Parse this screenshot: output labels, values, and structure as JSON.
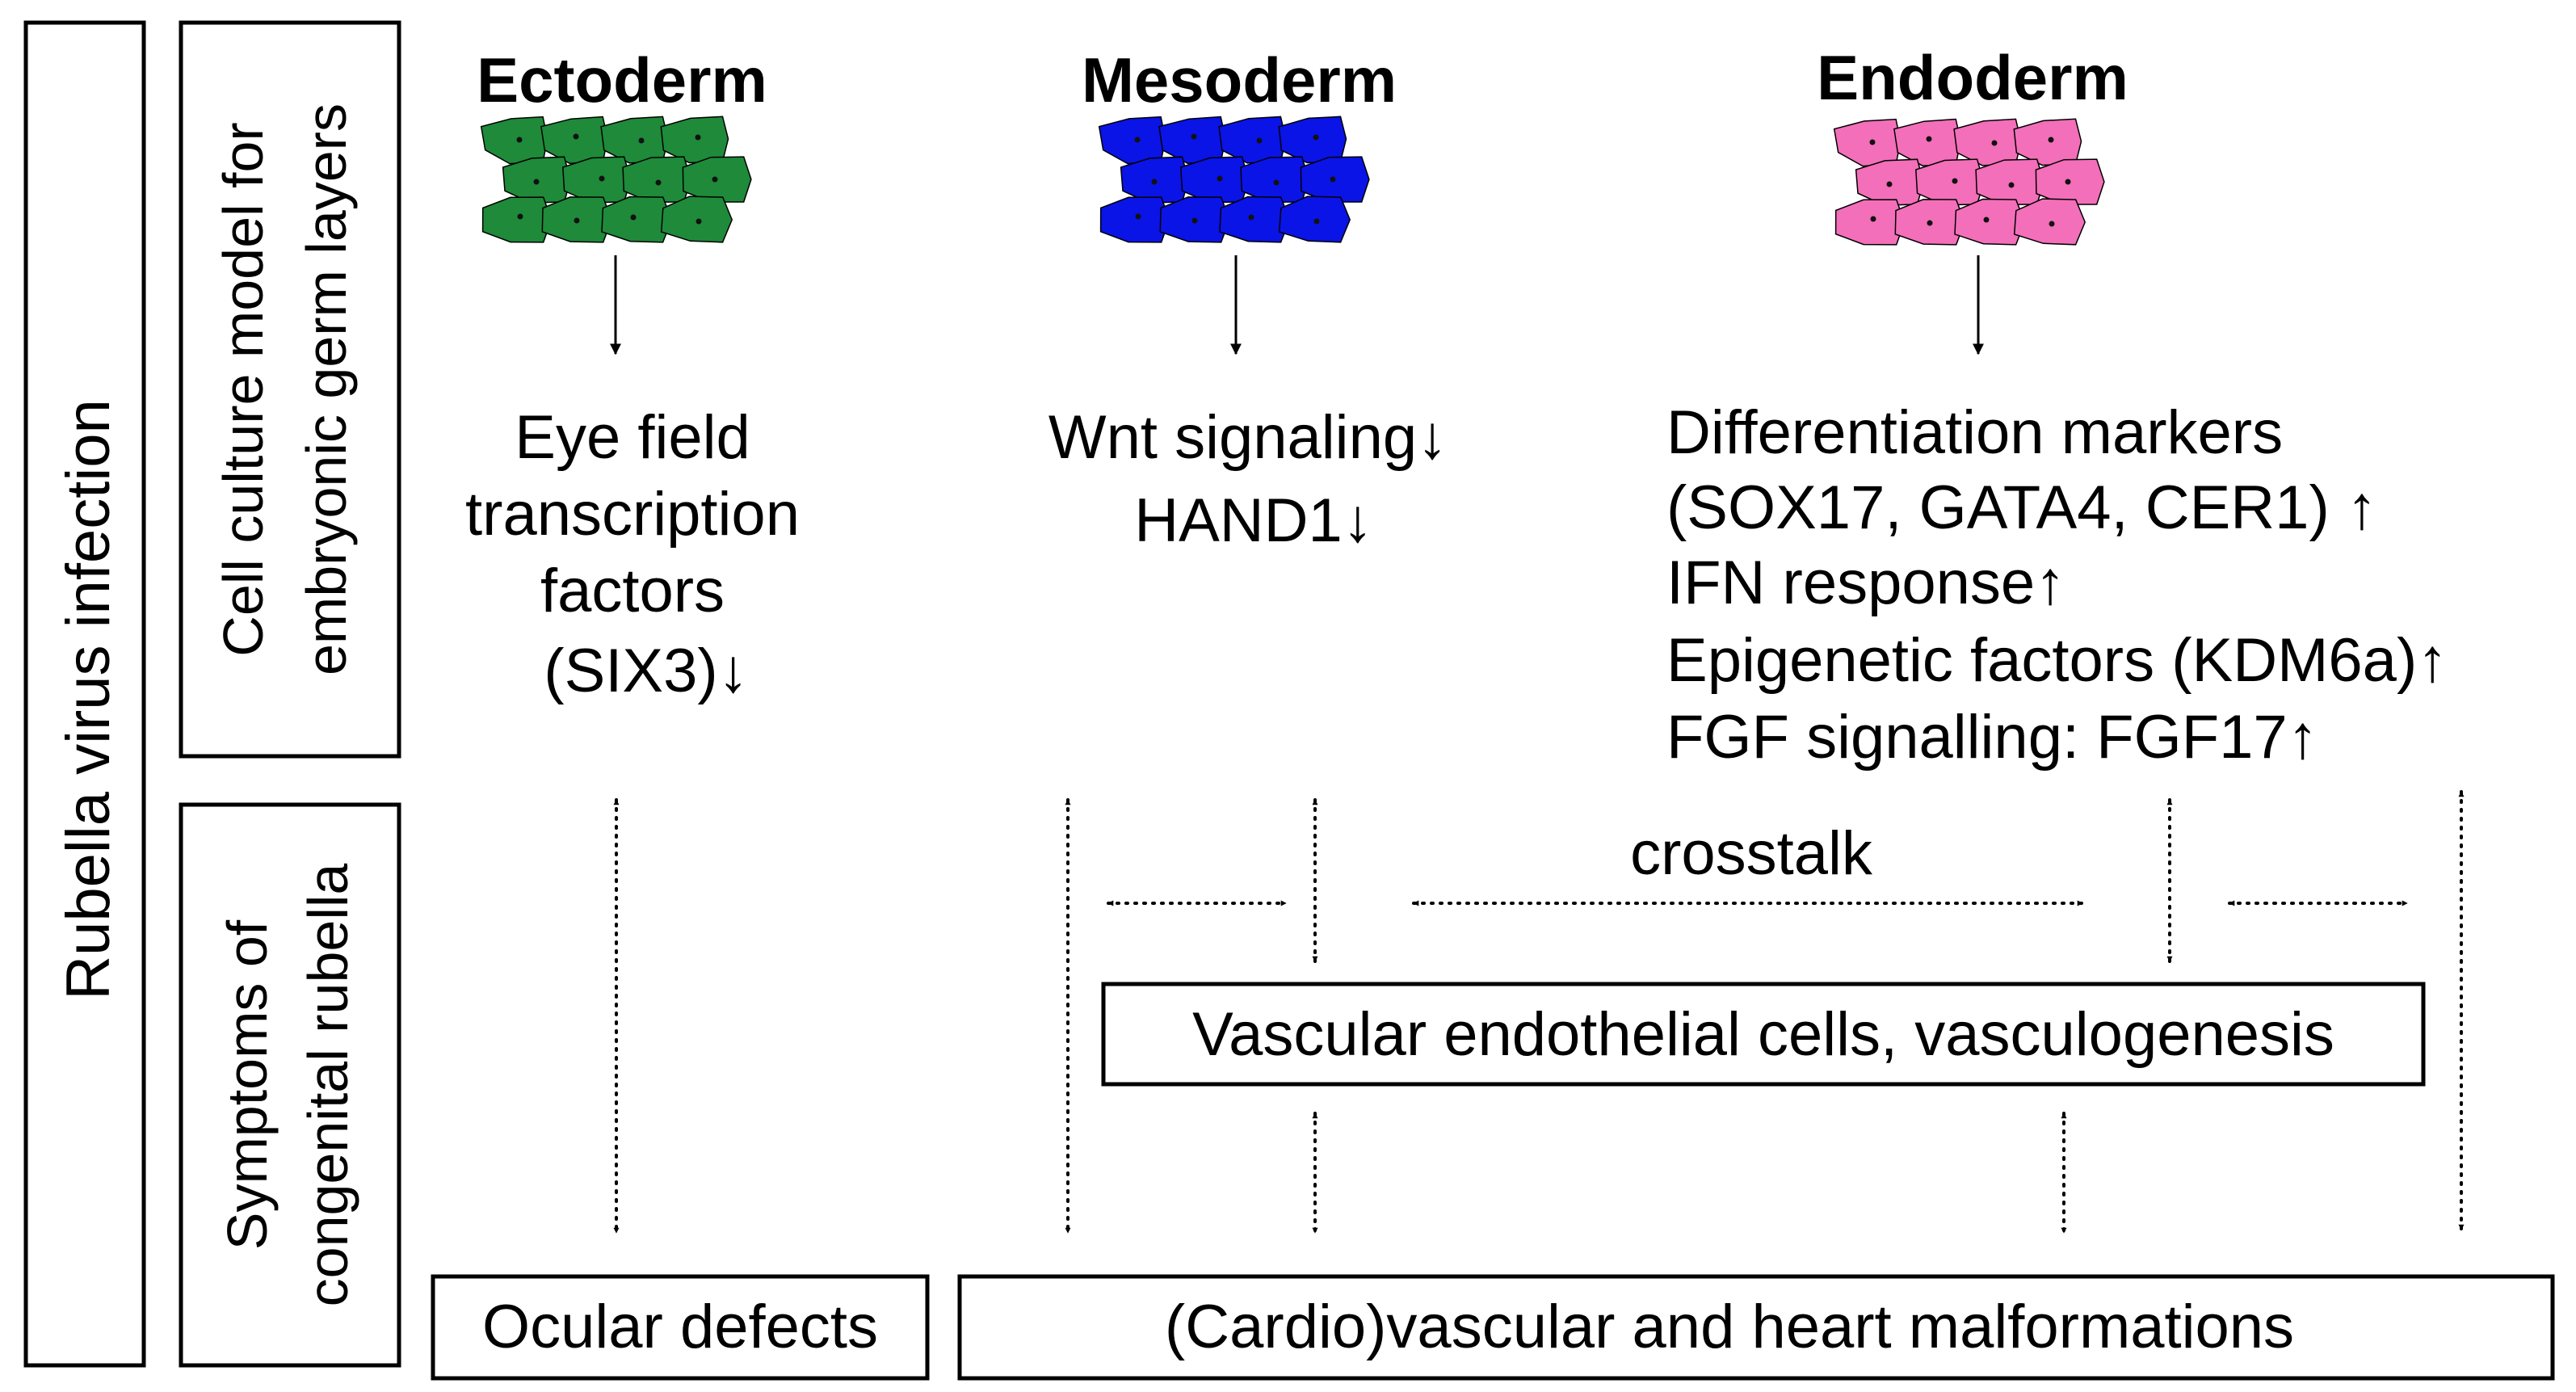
{
  "side_labels": {
    "main": "Rubella virus infection",
    "upper": [
      "Cell culture model for",
      "embryonic germ layers"
    ],
    "lower": [
      "Symptoms of",
      "congenital rubella"
    ]
  },
  "layers": {
    "ectoderm": {
      "title": "Ectoderm",
      "color": "#1e8a3a",
      "effects": [
        "Eye field",
        "transcription",
        "factors",
        "(SIX3)↓"
      ]
    },
    "mesoderm": {
      "title": "Mesoderm",
      "color": "#0a14e6",
      "effects": [
        "Wnt signaling↓",
        "HAND1↓"
      ]
    },
    "endoderm": {
      "title": "Endoderm",
      "color": "#f36fb9",
      "effects": [
        "Differentiation markers",
        "(SOX17, GATA4, CER1) ↑",
        "IFN response↑",
        "Epigenetic factors (KDM6a)↑",
        "FGF signalling: FGF17↑"
      ]
    }
  },
  "crosstalk": "crosstalk",
  "vascular_box": "Vascular endothelial cells, vasculogenesis",
  "outcomes": {
    "ocular": "Ocular defects",
    "cardio": "(Cardio)vascular and heart malformations"
  }
}
